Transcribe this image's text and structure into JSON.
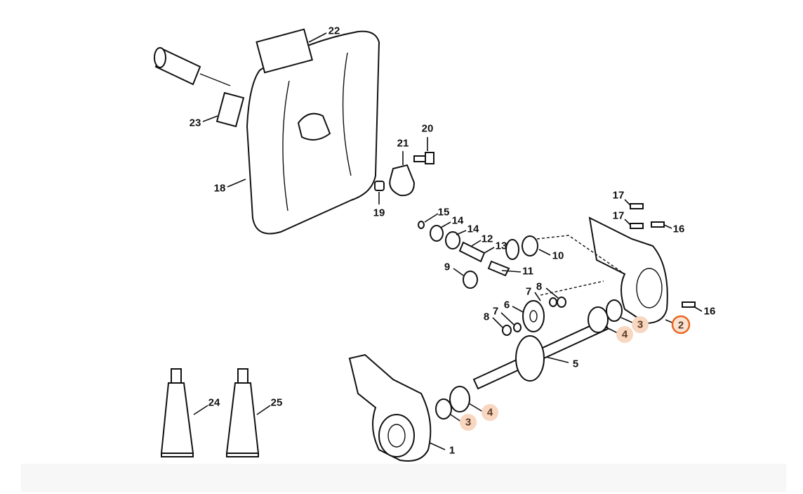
{
  "diagram": {
    "callouts": [
      "22",
      "23",
      "20",
      "21",
      "18",
      "19",
      "15",
      "14",
      "14",
      "12",
      "13",
      "11",
      "10",
      "9",
      "17",
      "17",
      "16",
      "7",
      "8",
      "6",
      "7",
      "8",
      "16",
      "2",
      "3",
      "4",
      "5",
      "24",
      "25",
      "4",
      "3",
      "1"
    ],
    "colors": {
      "highlight_fill": "#f8d6bf",
      "selected_ring": "#e8661f",
      "highlight_text": "#5a3a22"
    }
  }
}
